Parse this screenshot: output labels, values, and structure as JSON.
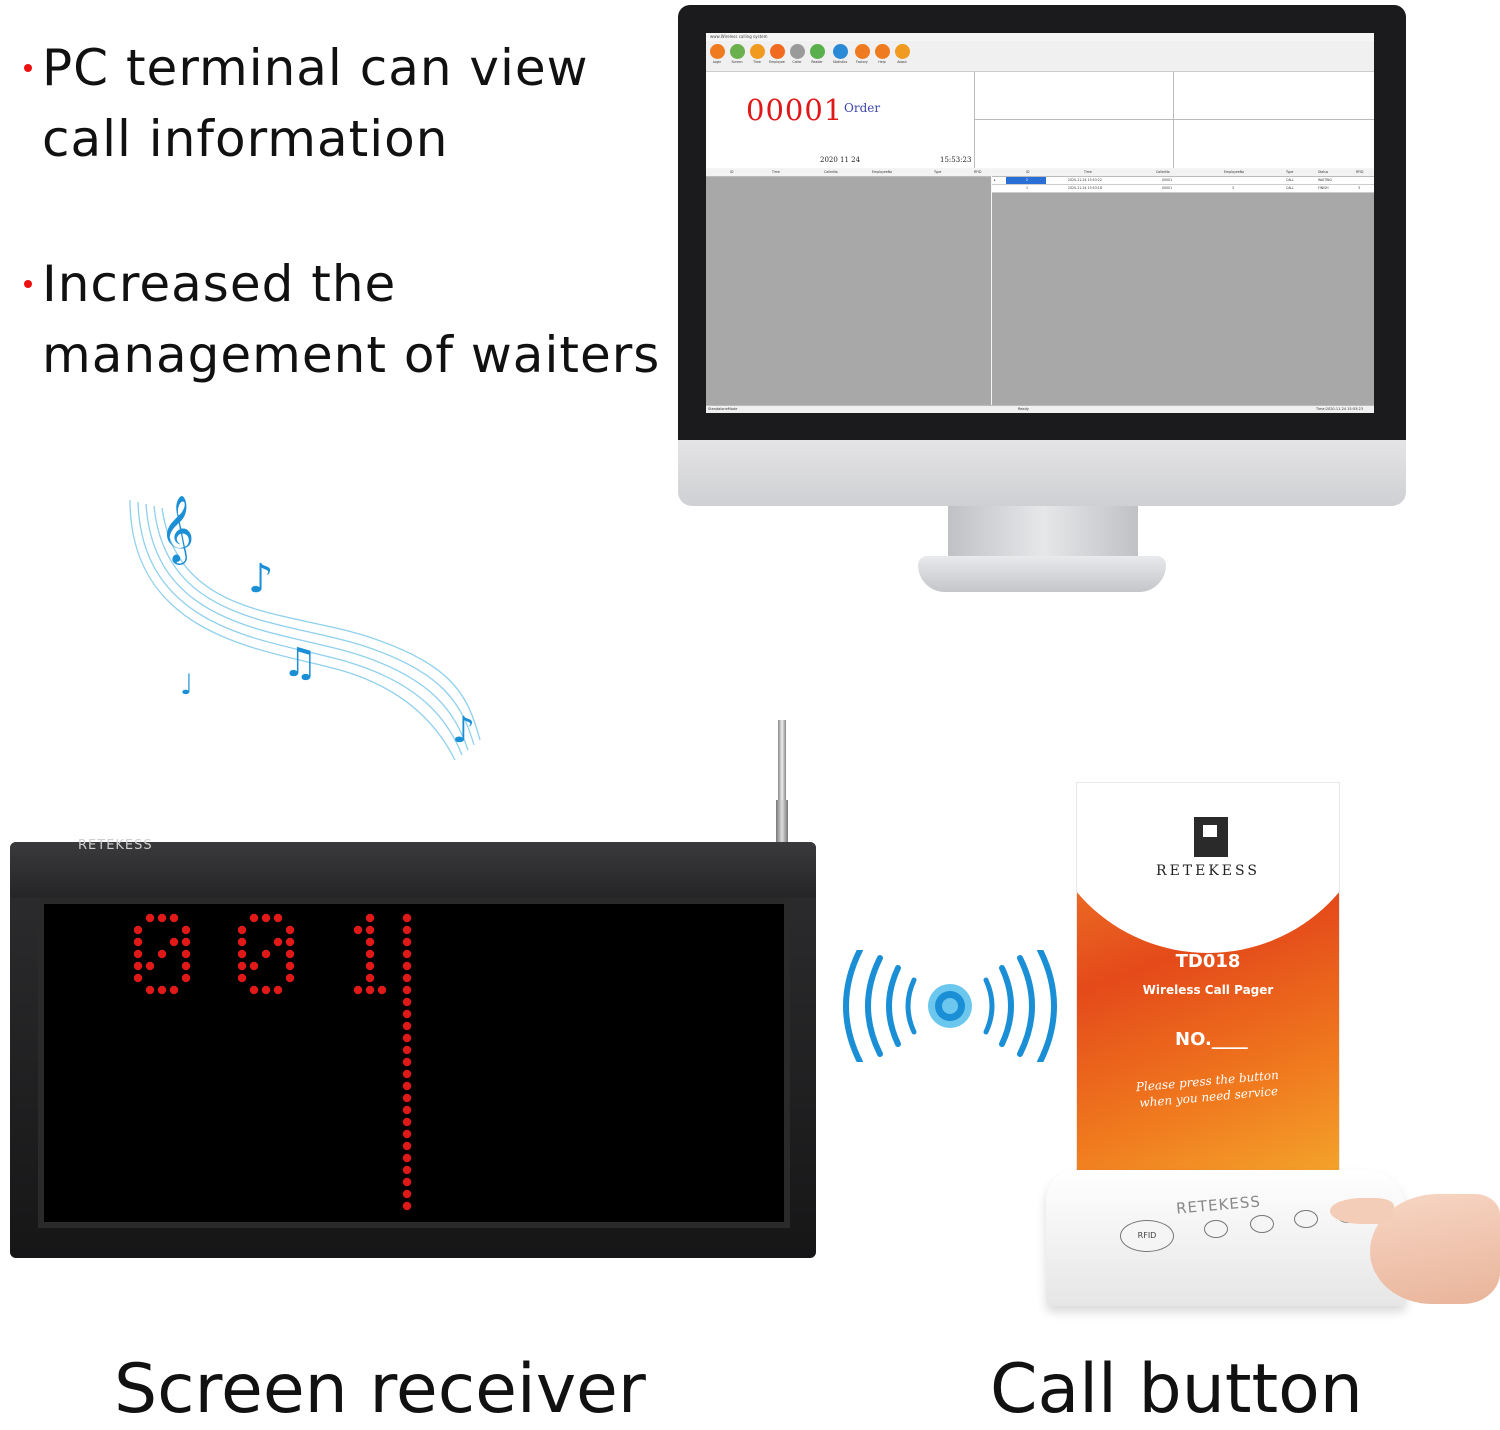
{
  "headline": {
    "bullet1": [
      "PC terminal can view",
      "call information"
    ],
    "bullet2": [
      "Increased the",
      "management of waiters"
    ]
  },
  "captions": {
    "left": "Screen receiver",
    "right": "Call button"
  },
  "software": {
    "title_bar": "www.Wireless calling system",
    "toolbar": [
      "Login",
      "Screen",
      "Time",
      "Employee",
      "Caller",
      "Reader",
      "Statistics",
      "Factory",
      "Help",
      "About"
    ],
    "order_number": "00001",
    "order_word": "Order",
    "date": "2020 11 24",
    "time": "15:53:23",
    "left_grid_headers": [
      "ID",
      "Time",
      "CallerNo",
      "EmployeeNo",
      "Type",
      "RFID"
    ],
    "right_grid_headers": [
      "ID",
      "Time",
      "CallerNo",
      "EmployeeNo",
      "Type",
      "Status",
      "RFID"
    ],
    "right_rows": [
      [
        "2",
        "2020-11-24 15:53:22",
        "00001",
        "",
        "CALL",
        "WAITING",
        ""
      ],
      [
        "1",
        "2020-11-24 15:53:18",
        "00001",
        "3",
        "CALL",
        "FINISH",
        "3"
      ]
    ],
    "status_left": "StandaloneMode",
    "status_mid": "Ready",
    "status_right": "Time:2020-11-24 15:53:23"
  },
  "receiver": {
    "brand": "RETEKESS",
    "display_digits": "001"
  },
  "pager": {
    "brand": "RETEKESS",
    "model": "TD018",
    "subtitle": "Wireless Call Pager",
    "number_label": "NO.____",
    "note": [
      "Please press the button",
      "when you need service"
    ],
    "base_brand": "RETEKESS",
    "rfid_label": "RFID"
  },
  "colors": {
    "accent_red": "#e11111",
    "led_red": "#e01818",
    "wave_blue": "#1a8fd6",
    "pager_orange": "#ee5a1c"
  },
  "icons": [
    "music-notes-icon",
    "wireless-signal-icon"
  ]
}
